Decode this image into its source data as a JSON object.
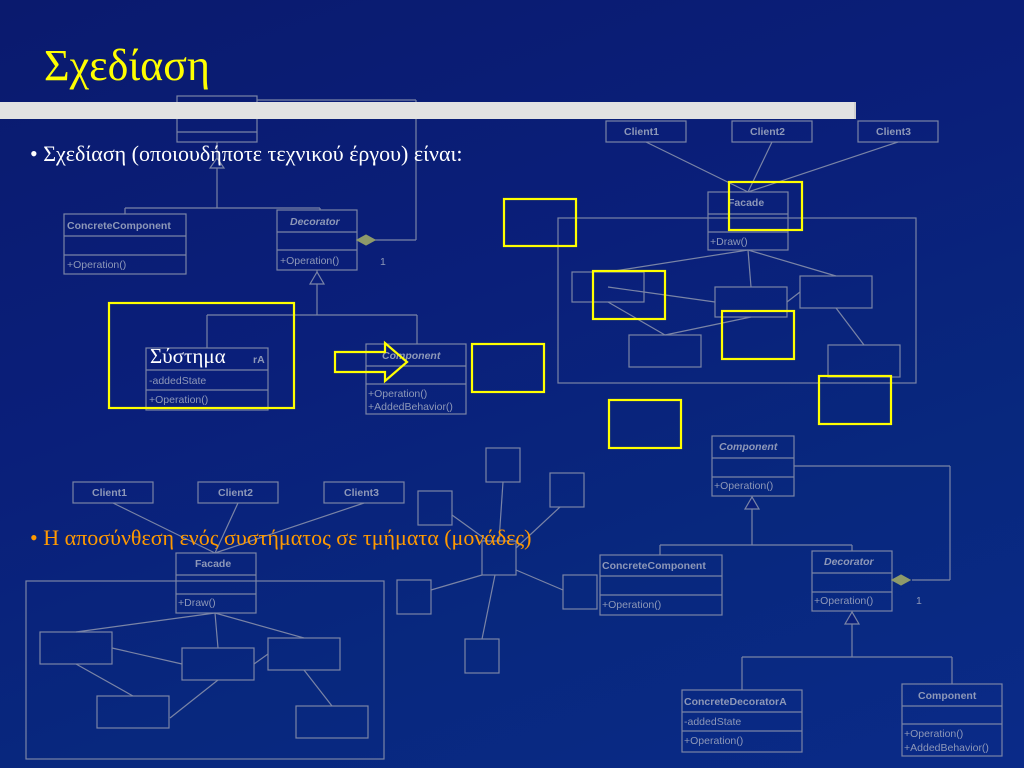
{
  "title": "Σχεδίαση",
  "bullets": [
    "• Σχεδίαση (οποιουδήποτε τεχνικού έργου) είναι:",
    "• Η αποσύνθεση ενός συστήματος σε τμήματα (μονάδες)"
  ],
  "system_label": "Σύστημα",
  "uml": {
    "decorator_top": {
      "concrete_component": "ConcreteComponent",
      "concrete_component_op": "+Operation()",
      "decorator": "Decorator",
      "decorator_op": "+Operation()",
      "multiplicity": "1",
      "cda_suffix": "rA",
      "cda_state": "-addedState",
      "cda_op": "+Operation()",
      "comp_name": "Component",
      "comp_op1": "+Operation()",
      "comp_op2": "+AddedBehavior()"
    },
    "facade_top": {
      "client1": "Client1",
      "client2": "Client2",
      "client3": "Client3",
      "facade": "Facade",
      "draw": "+Draw()"
    },
    "facade_bottom": {
      "client1": "Client1",
      "client2": "Client2",
      "client3": "Client3",
      "facade": "Facade",
      "draw": "+Draw()"
    },
    "decorator_bottom": {
      "component": "Component",
      "component_op": "+Operation()",
      "concrete_component": "ConcreteComponent",
      "concrete_component_op": "+Operation()",
      "decorator": "Decorator",
      "decorator_op": "+Operation()",
      "multiplicity": "1",
      "cda": "ConcreteDecoratorA",
      "cda_state": "-addedState",
      "cda_op": "+Operation()",
      "comp2": "Component",
      "comp2_op1": "+Operation()",
      "comp2_op2": "+AddedBehavior()"
    }
  },
  "colors": {
    "background": "#0a1f7a",
    "title": "#ffff00",
    "highlight": "#ffff00",
    "bullet_white": "#ffffff",
    "bullet_orange": "#ff9900",
    "uml_line": "#7a84a6"
  }
}
